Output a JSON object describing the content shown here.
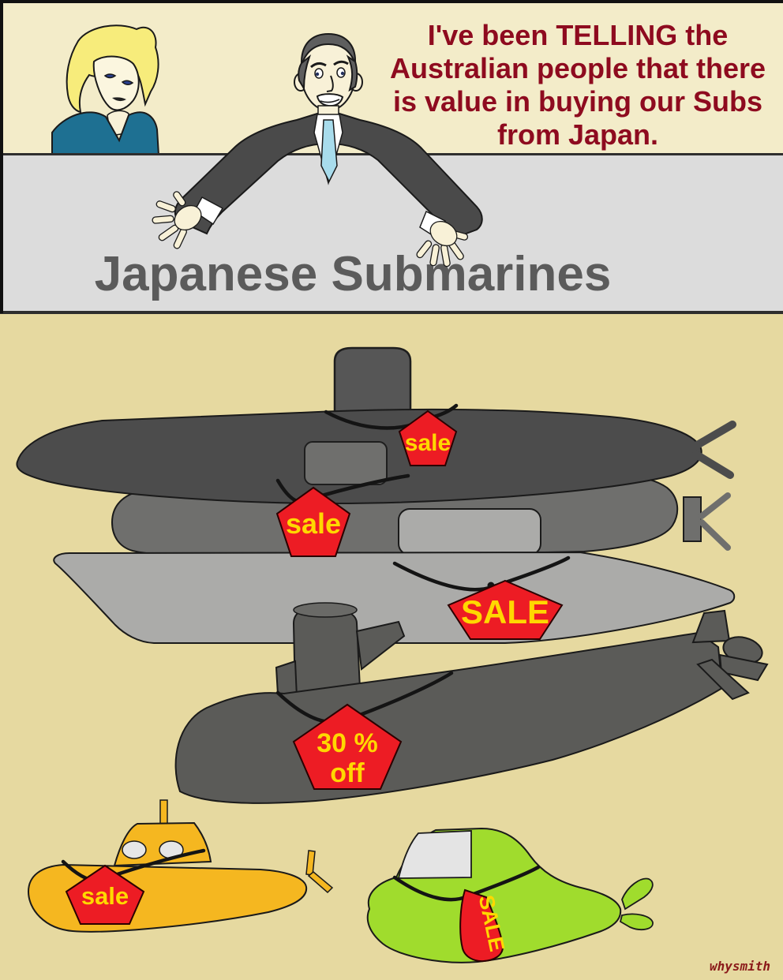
{
  "speech": {
    "lines": [
      "I've been TELLING the",
      "Australian people that there",
      "is value in buying our Subs",
      "from Japan."
    ]
  },
  "banner": {
    "title": "Japanese Submarines"
  },
  "submarines": [
    {
      "name": "dark-gray-submarine",
      "tag": "sale"
    },
    {
      "name": "medium-gray-submarine",
      "tag": "sale"
    },
    {
      "name": "light-gray-submarine",
      "tag": "SALE"
    },
    {
      "name": "charcoal-submarine",
      "tag": "30 % off",
      "tag_lines": [
        "30 %",
        "off"
      ]
    },
    {
      "name": "yellow-submarine",
      "tag": "sale"
    },
    {
      "name": "green-submarine",
      "tag": "SALE"
    }
  ],
  "signature": "whysmith",
  "colors": {
    "frame_border": "#111111",
    "background_top": "#F3ECC9",
    "background_bottom": "#E6D9A0",
    "banner_gray": "#DCDCDC",
    "banner_border": "#2E2E2E",
    "speech_text": "#8E0B1F",
    "title_text": "#5B5B5B",
    "tag_red": "#ED1C24",
    "tag_outline": "#2B0000",
    "tag_text": "#FFD800",
    "string_black": "#141414",
    "sub1_dark": "#4C4C4C",
    "sub1_sail": "#565656",
    "sub2_medium": "#6F6F6D",
    "sub3_light": "#ABABA9",
    "sub4_charcoal": "#5B5B58",
    "sub4_sail_top": "#6A6A67",
    "sub_yellow": "#F5B720",
    "sub_green": "#A0DC2D",
    "porthole_gray": "#E6E6E6",
    "window_gray": "#E4E4E4",
    "skin": "#F8F1D7",
    "face_light": "#FBF6DF",
    "woman_hair": "#F7EC7B",
    "woman_top": "#1E7092",
    "man_suit": "#4A4A4A",
    "man_hair": "#5E5E5E",
    "tie_blue": "#A8DCEC",
    "shirt_white": "#FFFFFF",
    "signature_color": "#8B1A1A"
  }
}
